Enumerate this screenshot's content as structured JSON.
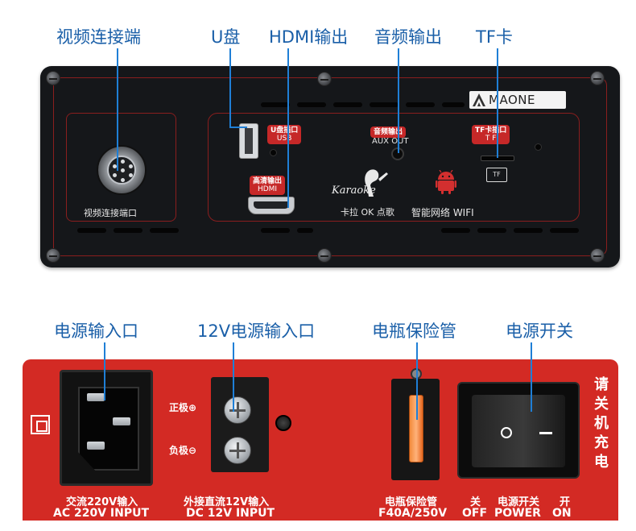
{
  "top_callouts": {
    "video_port": "视频连接端",
    "usb": "U盘",
    "hdmi": "HDMI输出",
    "audio": "音频输出",
    "tf": "TF卡"
  },
  "top_panel": {
    "brand": "MAONE",
    "video_port_label": "视频连接端口",
    "usb_label_cn": "U盘插口",
    "usb_label_en": "USB",
    "hdmi_label_cn": "高清输出",
    "hdmi_label_en": "HDMI",
    "aux_label_cn": "音频输出",
    "aux_label_en": "AUX OUT",
    "tf_label_cn": "TF卡插口",
    "tf_label_en": "T F",
    "tf_icon": "TF",
    "karaoke_script": "Karaoke",
    "karaoke_cn": "卡拉 OK 点歌",
    "wifi_text": "智能网络 WIFI"
  },
  "bottom_callouts": {
    "power_input": "电源输入口",
    "dc12v": "12V电源输入口",
    "fuse": "电瓶保险管",
    "power_switch": "电源开关"
  },
  "bottom_panel": {
    "ac_cn": "交流220V输入",
    "ac_en": "AC 220V INPUT",
    "dc_cn": "外接直流12V输入",
    "dc_en": "DC 12V INPUT",
    "positive": "正极⊕",
    "negative": "负极⊖",
    "fuse_cn": "电瓶保险管",
    "fuse_en": "F40A/250V",
    "switch_off_cn": "关",
    "switch_label_cn": "电源开关",
    "switch_on_cn": "开",
    "switch_off_en": "OFF",
    "switch_label_en": "POWER",
    "switch_on_en": "ON",
    "side_notice": "请关机充电"
  },
  "colors": {
    "callout_text": "#1a5fa8",
    "leader_line": "#1f7fd6",
    "top_panel": "#15171a",
    "bottom_panel": "#d32a24",
    "accent_red": "#c62828"
  }
}
